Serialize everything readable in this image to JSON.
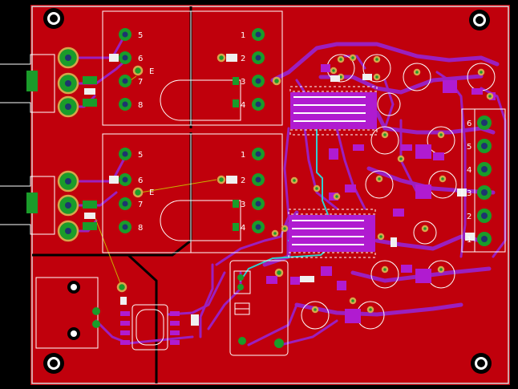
{
  "board": {
    "colors": {
      "background": "#000000",
      "copper": "#c0000c",
      "outline": "#d8d8d8",
      "silkscreen": "#ffffff",
      "top_traces": "#9b1fbf",
      "signal_trace": "#2fd0d0",
      "pads": "#1a9c2a",
      "pad_ring": "#d6a64a",
      "drill": "#1e3470",
      "ratsnest": "#c8b400"
    }
  },
  "connectors": {
    "upper_relay_left": {
      "pins": [
        "5",
        "6",
        "7",
        "8"
      ],
      "extra_label": "E"
    },
    "upper_relay_right": {
      "pins": [
        "1",
        "2",
        "3",
        "4"
      ]
    },
    "lower_relay_left": {
      "pins": [
        "5",
        "6",
        "7",
        "8"
      ],
      "extra_label": "E"
    },
    "lower_relay_right": {
      "pins": [
        "1",
        "2",
        "3",
        "4"
      ]
    },
    "right_terminal": {
      "pins": [
        "6",
        "5",
        "4",
        "3",
        "2",
        "1"
      ]
    }
  },
  "icons": {
    "mounting_hole": "mounting-hole-icon",
    "audio_jack": "audio-jack-icon",
    "electrolytic_cap": "electrolytic-capacitor-icon",
    "ic_chip": "ic-chip-icon",
    "crystal": "crystal-icon",
    "transformer": "transformer-icon",
    "terminal_block": "terminal-block-icon"
  }
}
